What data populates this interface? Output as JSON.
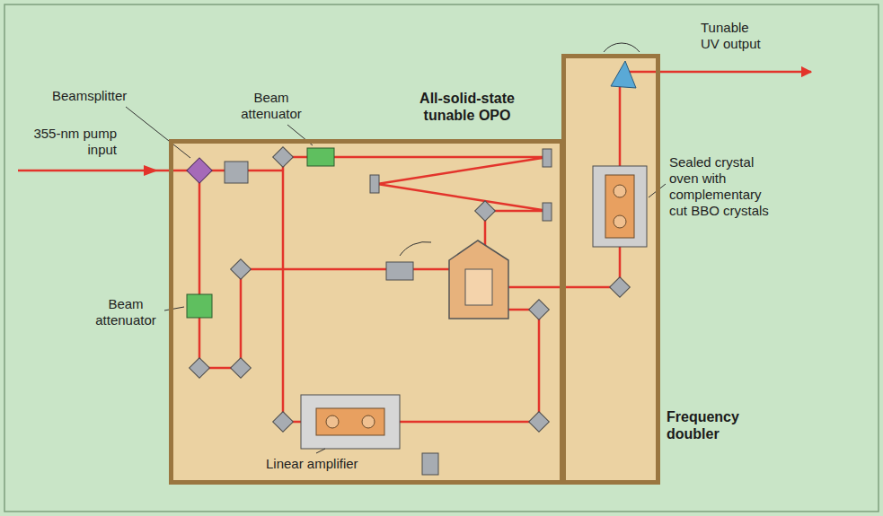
{
  "diagram": {
    "nodes": [
      {
        "text": [
          "All-solid-state tunable OPO"
        ]
      },
      {
        "text": [
          "Frequency doubler"
        ]
      }
    ],
    "labels": [
      "Beamsplitter",
      "Beam attenuator",
      "355-nm pump input",
      "Beam attenuator",
      "Linear amplifier",
      "Tunable UV output",
      "Sealed crystal oven with complementary cut BBO crystals"
    ]
  }
}
